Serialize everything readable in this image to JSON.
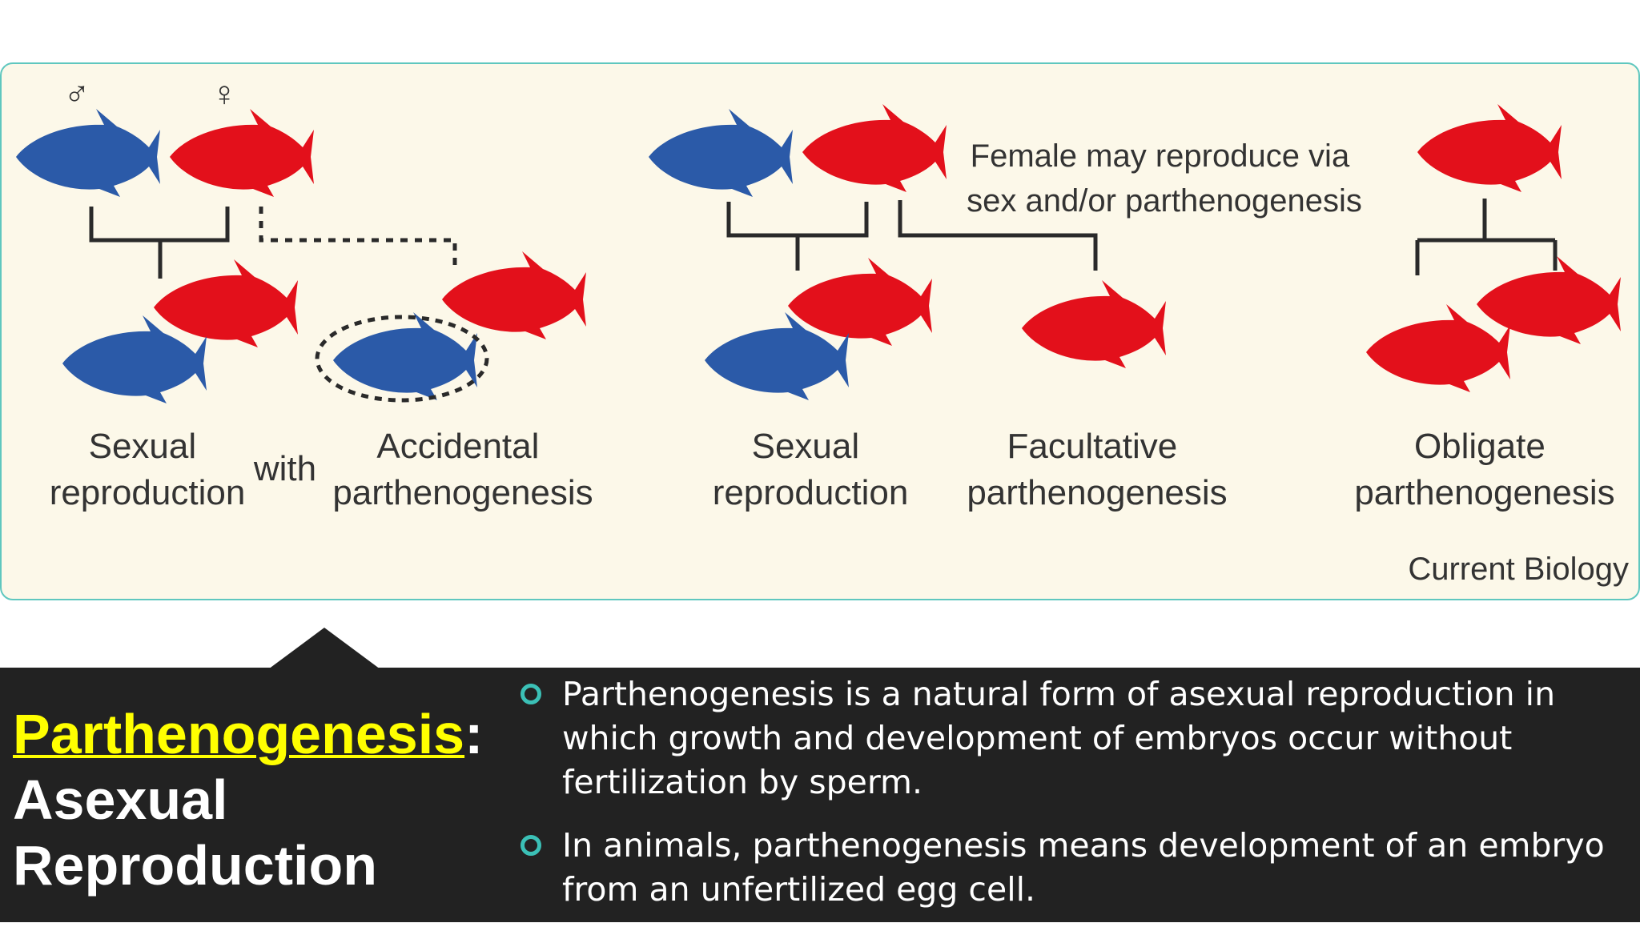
{
  "figure": {
    "symbols": {
      "male": "♂",
      "female": "♀"
    },
    "labels": {
      "sexual_reproduction_1": [
        "Sexual",
        "reproduction"
      ],
      "with": "with",
      "accidental": [
        "Accidental",
        "parthenogenesis"
      ],
      "sexual_reproduction_2": [
        "Sexual",
        "reproduction"
      ],
      "facultative": [
        "Facultative",
        "parthenogenesis"
      ],
      "obligate": [
        "Obligate",
        "parthenogenesis"
      ],
      "female_note": [
        "Female may reproduce via",
        "sex and/or parthenogenesis"
      ],
      "credit": "Current Biology"
    },
    "colors": {
      "male_fish": "#2b5aa8",
      "female_fish": "#e3101b",
      "line": "#2a2a2a"
    }
  },
  "title": {
    "keyword": "Parthenogenesis",
    "colon": ":",
    "line2": "Asexual",
    "line3": "Reproduction"
  },
  "bullets": [
    "Parthenogenesis is a natural form of asexual reproduction in which growth and development of embryos occur without fertilization by sperm.",
    " In animals, parthenogenesis means development of an embryo from an unfertilized egg cell."
  ]
}
